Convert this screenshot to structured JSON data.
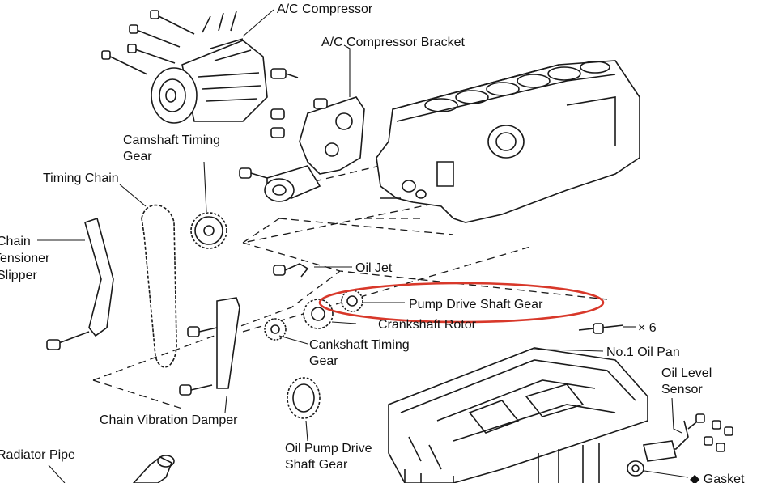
{
  "labels": {
    "ac_compressor": "A/C Compressor",
    "ac_bracket": "A/C Compressor Bracket",
    "cam_gear_1": "Camshaft Timing",
    "cam_gear_2": "Gear",
    "timing_chain": "Timing Chain",
    "tensioner_1": "Chain",
    "tensioner_2": "Tensioner",
    "tensioner_3": "Slipper",
    "oil_jet": "Oil Jet",
    "pump_drive_gear": "Pump Drive Shaft Gear",
    "crank_rotor": "Crankshaft Rotor",
    "bolt_count": "× 6",
    "oil_pan": "No.1 Oil Pan",
    "crank_gear_1": "Cankshaft Timing",
    "crank_gear_2": "Gear",
    "level_sensor_1": "Oil Level",
    "level_sensor_2": "Sensor",
    "damper": "Chain Vibration Damper",
    "oil_pump_gear_1": "Oil Pump Drive",
    "oil_pump_gear_2": "Shaft Gear",
    "radiator_pipe": "Radiator Pipe",
    "gasket": "◆ Gasket"
  },
  "highlight": {
    "target": "Pump Drive Shaft Gear",
    "color": "#d8382a"
  },
  "colors": {
    "line": "#1a1a1a",
    "background": "#ffffff"
  }
}
